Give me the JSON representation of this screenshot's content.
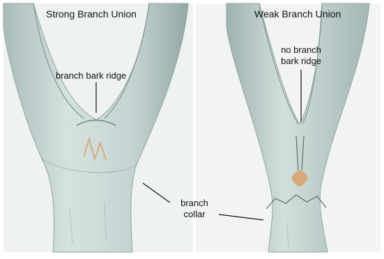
{
  "panels": {
    "strong": {
      "title": "Strong Branch Union",
      "ridge_label": "branch bark ridge"
    },
    "weak": {
      "title": "Weak Branch Union",
      "ridge_label_line1": "no branch",
      "ridge_label_line2": "bark ridge"
    }
  },
  "collar_label": {
    "line1": "branch",
    "line2": "collar"
  },
  "colors": {
    "bark": "#c9d8d7",
    "bark_shadow": "#9fb3b1",
    "sky": "#eef2f1",
    "wound": "#d8a06a"
  }
}
